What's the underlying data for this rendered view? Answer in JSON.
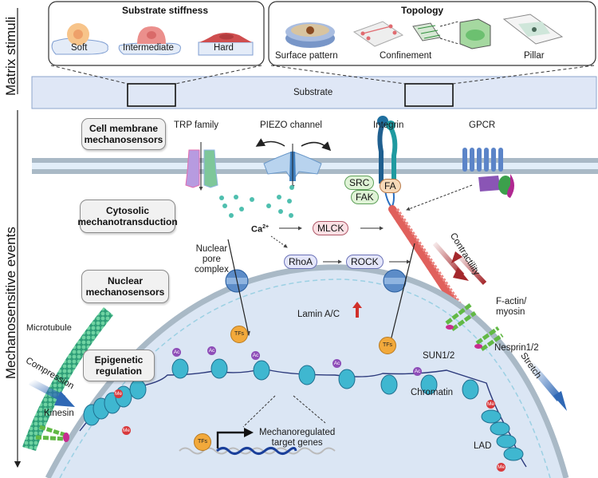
{
  "side_labels": {
    "matrix": "Matrix stimuli",
    "events": "Mechanosensitive events"
  },
  "stiffness_panel": {
    "title": "Substrate stiffness",
    "items": [
      "Soft",
      "Intermediate",
      "Hard"
    ]
  },
  "topology_panel": {
    "title": "Topology",
    "items": [
      "Surface pattern",
      "Confinement",
      "Pillar"
    ]
  },
  "substrate_label": "Substrate",
  "categories": {
    "membrane": [
      "Cell membrane",
      "mechanosensors"
    ],
    "cytosolic": [
      "Cytosolic",
      "mechanotransduction"
    ],
    "nuclear": [
      "Nuclear",
      "mechanosensors"
    ],
    "epigenetic": [
      "Epigenetic",
      "regulation"
    ]
  },
  "membrane_proteins": {
    "trp": "TRP family",
    "piezo": "PIEZO channel",
    "integrin": "Integrin",
    "gpcr": "GPCR"
  },
  "focal_adhesion": {
    "src": "SRC",
    "fak": "FAK",
    "fa": "FA"
  },
  "signaling": {
    "calcium": "Ca",
    "calcium_sup": "2+",
    "mlck": "MLCK",
    "rhoa": "RhoA",
    "rock": "ROCK"
  },
  "cytoskeleton": {
    "contractility": "Contractility",
    "factin": [
      "F-actin/",
      "myosin"
    ],
    "microtubule": "Microtubule",
    "kinesin": "Kinesin"
  },
  "nuclear_labels": {
    "pore": [
      "Nuclear",
      "pore",
      "complex"
    ],
    "lamin": "Lamin A/C",
    "sun": "SUN1/2",
    "nesprin": "Nesprin1/2",
    "chromatin": "Chromatin",
    "lad": "LAD",
    "tfs": "TFs",
    "target_genes": [
      "Mechanoregulated",
      "target genes"
    ]
  },
  "forces": {
    "compression": "Compression",
    "stretch": "Stretch"
  },
  "marks": {
    "acetyl": "Ac",
    "methyl": "Me"
  },
  "colors": {
    "substrate_fill": "#dfe7f6",
    "membrane": "#a9b9c6",
    "nucleus_fill": "#dbe6f4",
    "actin": "#e0605c",
    "contractility_arrow": "#a4282c",
    "force_arrow": "#2f68b5",
    "microtubule": "#3ab58a",
    "nucleosome": "#3fb7d0",
    "tfs": "#f2a93b",
    "acetyl": "#8e4db8",
    "methyl": "#d8393c",
    "calcium_dot": "#4fbfaf"
  }
}
